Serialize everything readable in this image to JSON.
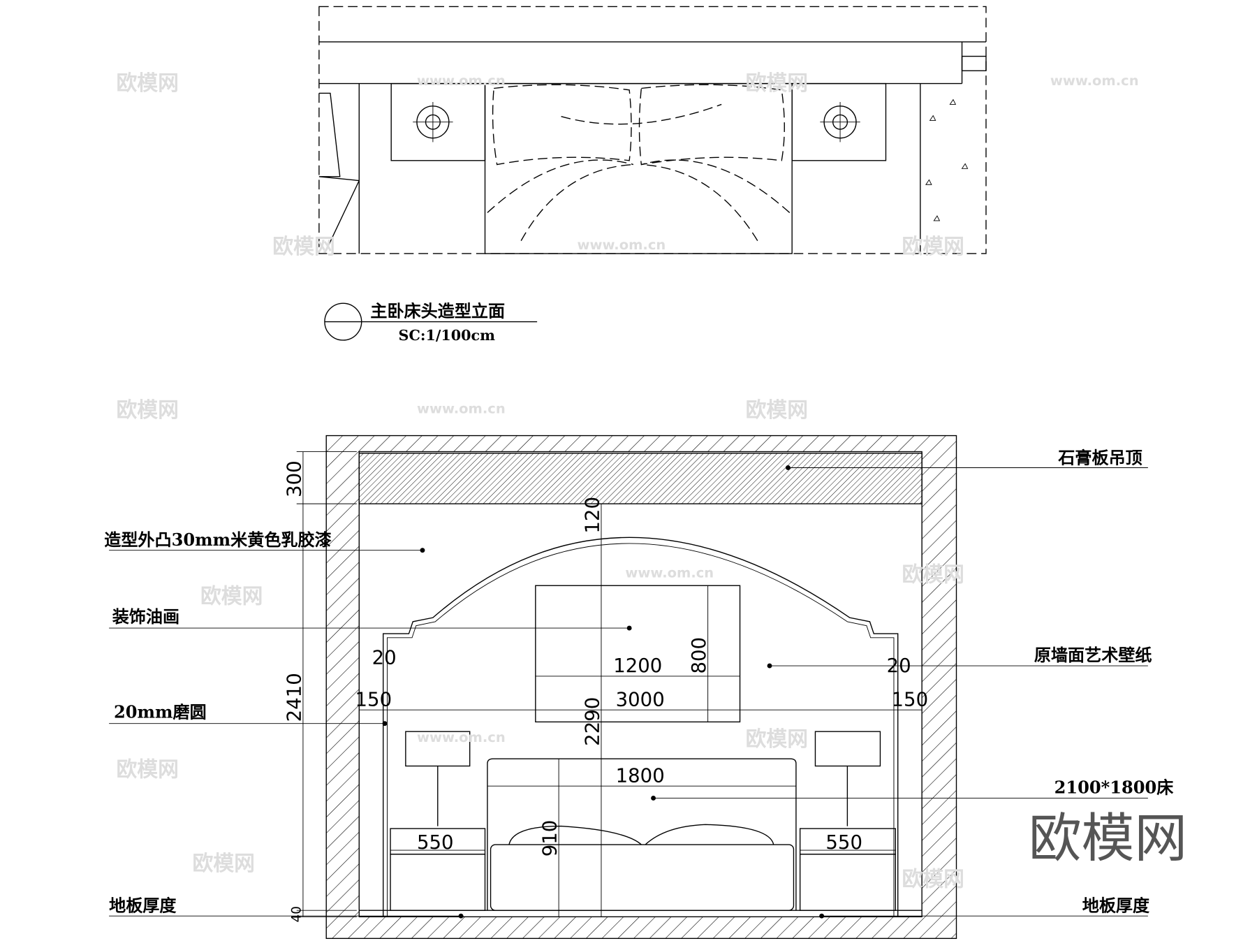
{
  "title": {
    "name": "主卧床头造型立面",
    "scale": "SC:1/100cm"
  },
  "labels": {
    "ceiling": "石膏板吊顶",
    "arch_paint": "造型外凸30mm米黄色乳胶漆",
    "painting": "装饰油画",
    "wallpaper": "原墙面艺术壁纸",
    "rounding": "20mm磨圆",
    "bed": "2100*1800床",
    "floor_left": "地板厚度",
    "floor_right": "地板厚度"
  },
  "dimensions": {
    "ceiling_h": "300",
    "arch_gap": "120",
    "total_h": "2410",
    "clear_h": "2290",
    "painting_w": "1200",
    "painting_h": "800",
    "wall_w": "3000",
    "bed_w": "1800",
    "step_l": "20",
    "step_r": "20",
    "side_l": "150",
    "side_r": "150",
    "nightstand_l": "550",
    "nightstand_r": "550",
    "bed_h": "910",
    "floor_t": "40"
  },
  "watermark": {
    "brand": "欧模网",
    "url": "www.om.cn"
  }
}
